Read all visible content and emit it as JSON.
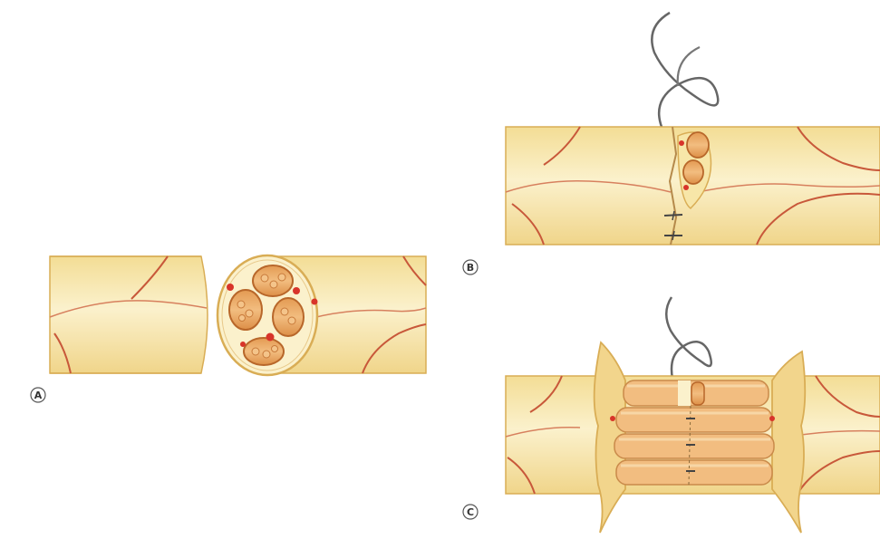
{
  "panels": [
    {
      "id": "A",
      "label": "A"
    },
    {
      "id": "B",
      "label": "B"
    },
    {
      "id": "C",
      "label": "C"
    }
  ],
  "colors": {
    "nerve_fill": "#f7e6a8",
    "nerve_fill_dark": "#f0d98a",
    "nerve_highlight": "#fbf1cc",
    "nerve_outline": "#d9ad55",
    "vessel": "#c8583a",
    "fascicle_fill": "#e9a25a",
    "fascicle_outline": "#b8672a",
    "fascicle_core": "#f4c48a",
    "blood_dot": "#d8342a",
    "suture": "#666666",
    "knot": "#444444",
    "label_circle": "#555555"
  },
  "icons": [
    "nerve-cross-section",
    "suture-thread-icon",
    "fascicle-graft"
  ]
}
